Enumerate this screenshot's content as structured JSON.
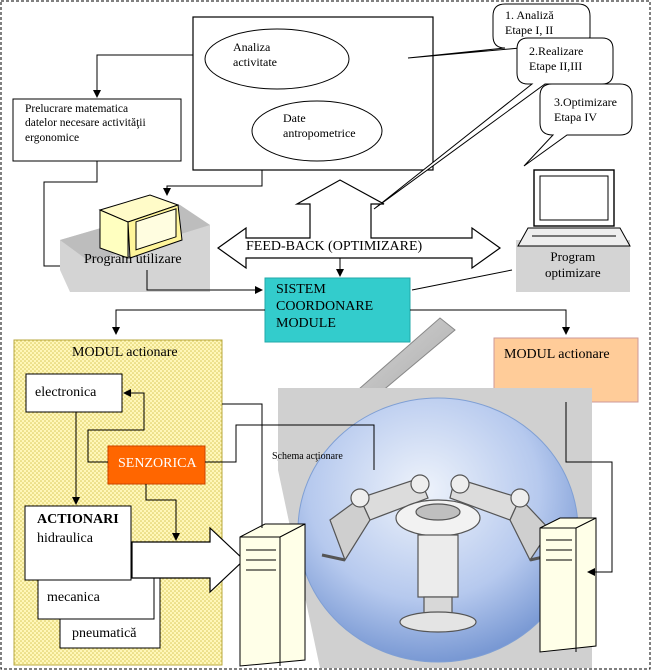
{
  "callouts": {
    "c1": "1. Analiză\nEtape  I, II",
    "c2": "2.Realizare\nEtape II,III",
    "c3": "3.Optimizare\nEtapa IV"
  },
  "top_box": {
    "analiza": "Analiza\nactivitate",
    "date": "Date\nantropometrice"
  },
  "prelucrare": "Prelucrare matematica\ndatelor necesare activităţii\nergonomice",
  "program_utilizare": "Program utilizare",
  "program_optimizare": "Program\noptimizare",
  "feedback": "FEED-BACK (OPTIMIZARE)",
  "sistem": "SISTEM\nCOORDONARE\nMODULE",
  "modul_left": "MODUL actionare",
  "modul_right": "MODUL actionare",
  "electronica": "electronica",
  "senzorica": "SENZORICA",
  "actionari_title": "ACTIONARI",
  "hidraulica": "hidraulica",
  "mecanica": "mecanica",
  "pneumatica": "pneumatică",
  "schema": "Schema acţionare",
  "colors": {
    "sistem_fill": "#33cccc",
    "modul_right_fill": "#ffcc99",
    "senzorica_fill": "#ff6600",
    "modul_left_fill": "#fff3a8",
    "globe": "#9ab6e6",
    "shadow_gray": "#c8c8c8"
  }
}
